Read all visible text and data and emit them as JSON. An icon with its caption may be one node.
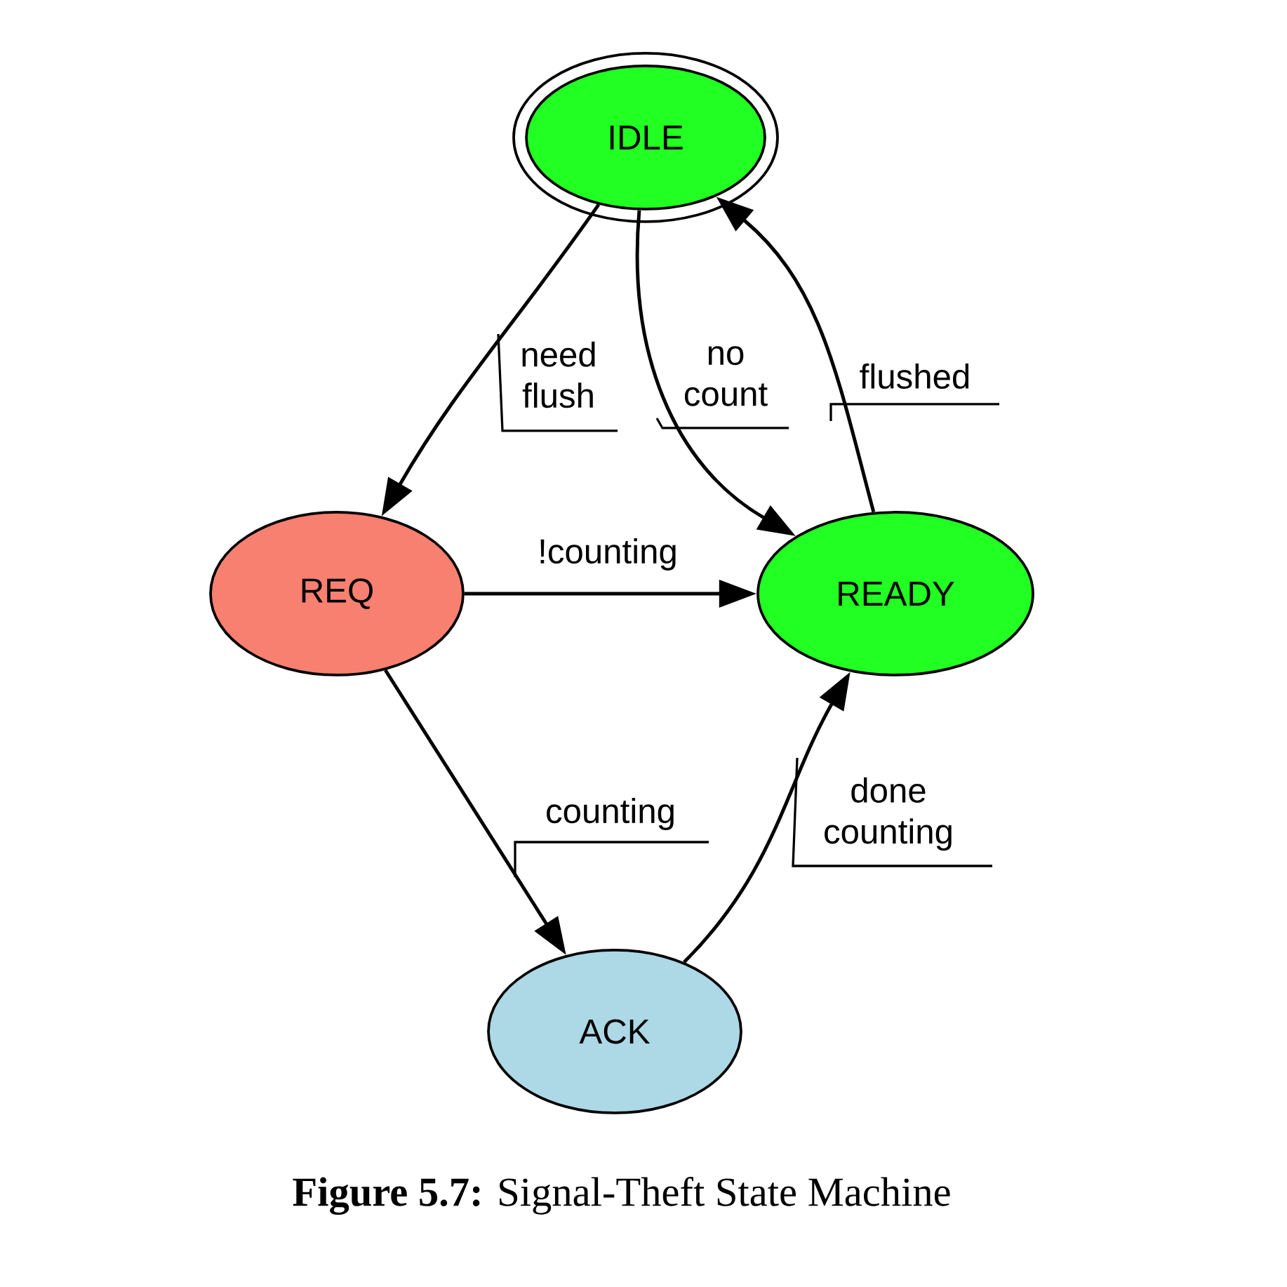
{
  "diagram": {
    "caption": "**Figure 5.7:** Signal-Theft State Machine",
    "nodes": [
      {
        "text": [
          "IDLE"
        ]
      },
      {
        "text": [
          "REQ"
        ]
      },
      {
        "text": [
          "READY"
        ]
      },
      {
        "text": [
          "ACK"
        ]
      }
    ],
    "edges": [
      {
        "from": 0,
        "to": 1,
        "arrow": "to",
        "label": "need flush"
      },
      {
        "from": 0,
        "to": 2,
        "arrow": "to",
        "label": "no count"
      },
      {
        "from": 2,
        "to": 0,
        "arrow": "to",
        "label": "flushed"
      },
      {
        "from": 1,
        "to": 2,
        "arrow": "to",
        "label": "!counting"
      },
      {
        "from": 1,
        "to": 3,
        "arrow": "to",
        "label": "counting"
      },
      {
        "from": 3,
        "to": 2,
        "arrow": "to",
        "label": "done counting"
      }
    ]
  }
}
